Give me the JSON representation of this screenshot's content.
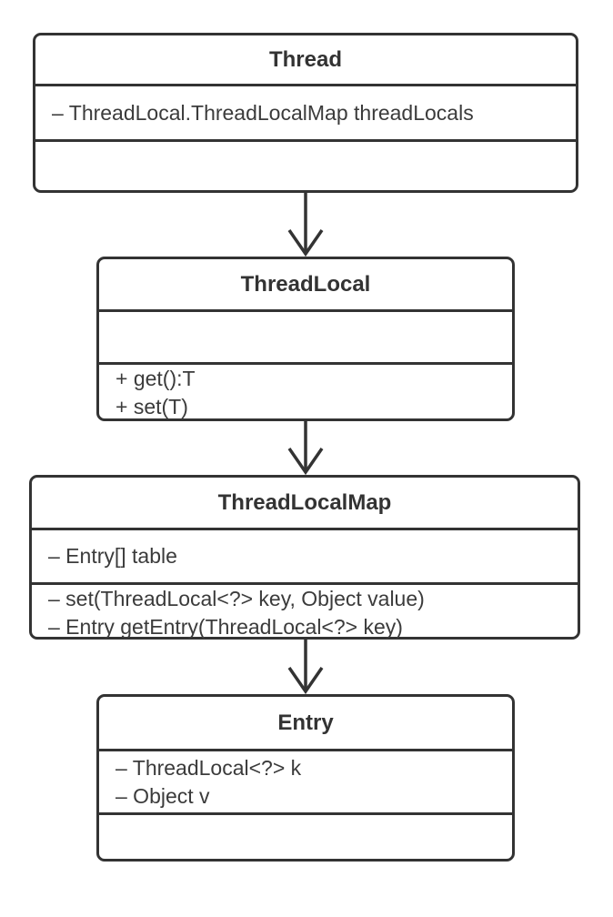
{
  "diagram": {
    "type": "uml-class-diagram",
    "colors": {
      "stroke": "#333333",
      "text": "#3b3b3b",
      "background": "#ffffff"
    },
    "classes": [
      {
        "name": "Thread",
        "attributes": [
          "– ThreadLocal.ThreadLocalMap threadLocals"
        ],
        "methods": []
      },
      {
        "name": "ThreadLocal",
        "attributes": [],
        "methods": [
          "+ get():T",
          "+ set(T)"
        ]
      },
      {
        "name": "ThreadLocalMap",
        "attributes": [
          "– Entry[] table"
        ],
        "methods": [
          "– set(ThreadLocal<?> key, Object value)",
          "– Entry getEntry(ThreadLocal<?> key)"
        ]
      },
      {
        "name": "Entry",
        "attributes": [
          "– ThreadLocal<?> k",
          "– Object v"
        ],
        "methods": []
      }
    ],
    "relationships": [
      {
        "from": "Thread",
        "to": "ThreadLocal",
        "style": "open-arrow"
      },
      {
        "from": "ThreadLocal",
        "to": "ThreadLocalMap",
        "style": "open-arrow"
      },
      {
        "from": "ThreadLocalMap",
        "to": "Entry",
        "style": "open-arrow"
      }
    ]
  }
}
